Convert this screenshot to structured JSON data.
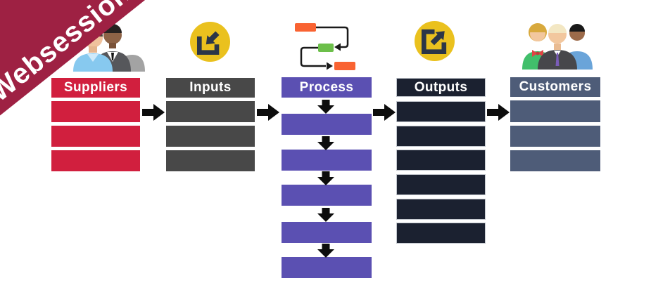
{
  "ribbon": {
    "label": "Websession"
  },
  "diagram": {
    "type": "sipoc-flow",
    "flow_sequence": [
      "Suppliers",
      "Inputs",
      "Process",
      "Outputs",
      "Customers"
    ],
    "columns": [
      {
        "label": "Suppliers",
        "rows": 3,
        "icon": "suppliers-people-icon",
        "color_key": "suppliers"
      },
      {
        "label": "Inputs",
        "rows": 3,
        "icon": "import-icon",
        "color_key": "inputs"
      },
      {
        "label": "Process",
        "rows": 5,
        "icon": "process-flow-icon",
        "color_key": "process"
      },
      {
        "label": "Outputs",
        "rows": 6,
        "icon": "export-icon",
        "color_key": "outputs"
      },
      {
        "label": "Customers",
        "rows": 3,
        "icon": "customers-people-icon",
        "color_key": "customers"
      }
    ],
    "horizontal_arrows": 4,
    "process_step_arrows": 5
  },
  "colors": {
    "ribbon": "#9e2143",
    "suppliers": "#d11f3e",
    "inputs": "#484848",
    "process": "#5b50b2",
    "outputs": "#1b2130",
    "customers": "#4e5c78",
    "icon-yellow": "#eac11e",
    "icon-navy": "#2b3648",
    "icon-orange": "#f96332",
    "icon-green": "#6cbf4a",
    "arrow": "#0d0d0d"
  }
}
